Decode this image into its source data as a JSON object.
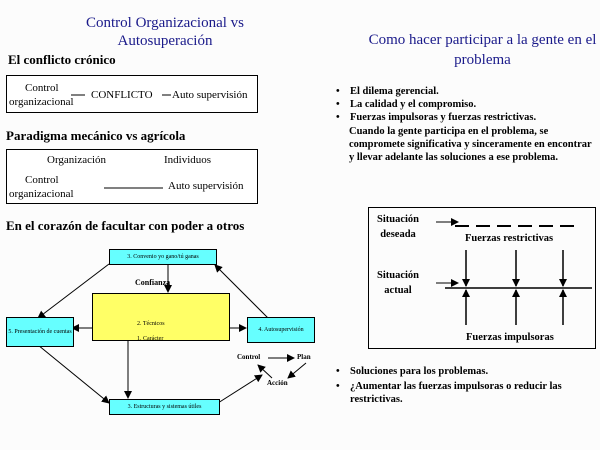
{
  "left": {
    "title": "Control Organizacional  vs Autosuperación",
    "conflict_heading": "El conflicto crónico",
    "conflict_box": {
      "control_line1": "Control",
      "control_line2": "organizacional",
      "conflict": "CONFLICTO",
      "auto": "Auto supervisión"
    },
    "paradigm_heading": "Paradigma mecánico vs agrícola",
    "paradigm_box": {
      "organizacion": "Organización",
      "individuos": "Individuos",
      "control_line1": "Control",
      "control_line2": "organizacional",
      "auto": "Auto supervisión"
    },
    "heart_heading": "En el corazón  de facultar con  poder a otros",
    "diagram": {
      "top_box": "3. Convenio yo gano/tú ganas",
      "confianza": "Confianza",
      "center_line1": "2. Técnicos",
      "center_line2": "1. Carácter",
      "left_box": "5. Presentación de cuentas",
      "right_box": "4. Autosupervisión",
      "bottom_box": "3. Estructuras y sistemas útiles",
      "control": "Control",
      "plan": "Plan",
      "accion": "Acción"
    }
  },
  "right": {
    "title": "Como hacer participar a la gente en el problema",
    "bullets": [
      "El dilema gerencial.",
      "La calidad y el compromiso.",
      "Fuerzas impulsoras y fuerzas restrictivas."
    ],
    "paragraph": "Cuando la gente participa en el problema, se compromete significativa y sinceramente en encontrar y llevar adelante las soluciones a ese problema.",
    "forces": {
      "deseada_line1": "Situación",
      "deseada_line2": "deseada",
      "actual_line1": "Situación",
      "actual_line2": "actual",
      "restrictivas": "Fuerzas restrictivas",
      "impulsoras": "Fuerzas impulsoras"
    },
    "bottom_bullets": [
      "Soluciones para los problemas.",
      "¿Aumentar las fuerzas impulsoras o reducir las restrictivas."
    ]
  }
}
